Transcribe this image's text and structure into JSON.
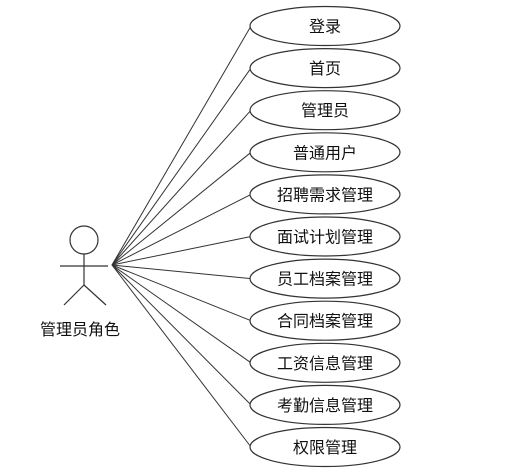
{
  "actor": {
    "label": "管理员角色"
  },
  "use_cases": [
    {
      "label": "登录"
    },
    {
      "label": "首页"
    },
    {
      "label": "管理员"
    },
    {
      "label": "普通用户"
    },
    {
      "label": "招聘需求管理"
    },
    {
      "label": "面试计划管理"
    },
    {
      "label": "员工档案管理"
    },
    {
      "label": "合同档案管理"
    },
    {
      "label": "工资信息管理"
    },
    {
      "label": "考勤信息管理"
    },
    {
      "label": "权限管理"
    }
  ],
  "colors": {
    "stroke": "#333333",
    "fill": "#ffffff",
    "text": "#111111"
  }
}
